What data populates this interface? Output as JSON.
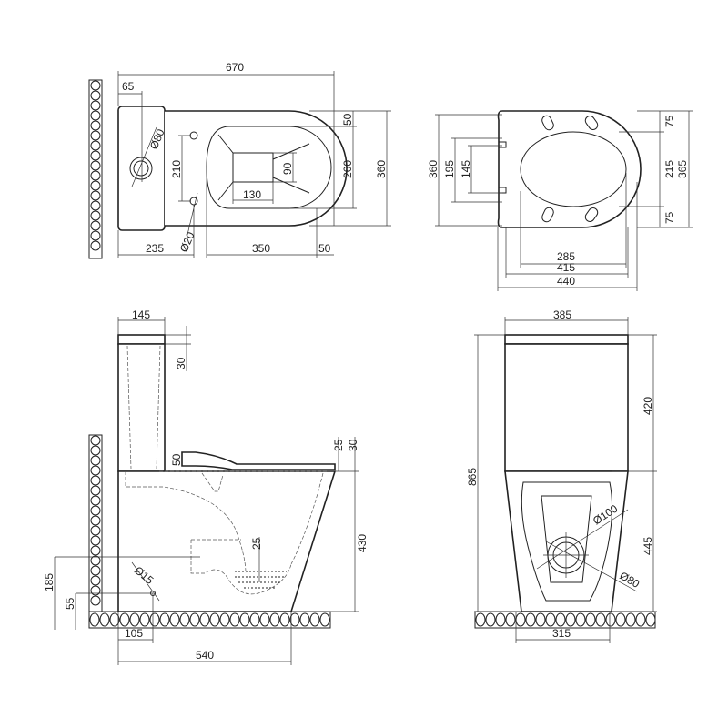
{
  "top_view": {
    "width_total": "670",
    "tank_offset": "65",
    "flush_dia": "Ø80",
    "bolt_spacing": "210",
    "opening_height": "90",
    "bowl_inner": "260",
    "depth": "360",
    "rim_offset": "50",
    "opening_width": "130",
    "bolt_dia": "Ø20",
    "bolt_distance": "235",
    "bowl_length": "350",
    "front_offset": "50"
  },
  "seat_view": {
    "bumper_top": "75",
    "opening": "215",
    "bumper_bottom": "75",
    "seat_width": "365",
    "overall": "360",
    "hinge_outer": "195",
    "hinge_inner": "145",
    "opening_length": "285",
    "seat_length": "415",
    "total_length": "440"
  },
  "side_view": {
    "tank_depth": "145",
    "lid_height": "30",
    "hinge_height": "50",
    "seat_thickness": "25",
    "seat_gap": "30",
    "bowl_height": "430",
    "water_depth": "25",
    "outlet_height": "185",
    "inlet_height": "55",
    "inlet_dia": "Ø15",
    "inlet_distance": "105",
    "base_length": "540"
  },
  "front_view": {
    "tank_width": "385",
    "tank_height": "420",
    "total_height": "865",
    "bowl_height": "445",
    "outlet_outer": "Ø100",
    "outlet_inner": "Ø80",
    "base_width": "315"
  }
}
